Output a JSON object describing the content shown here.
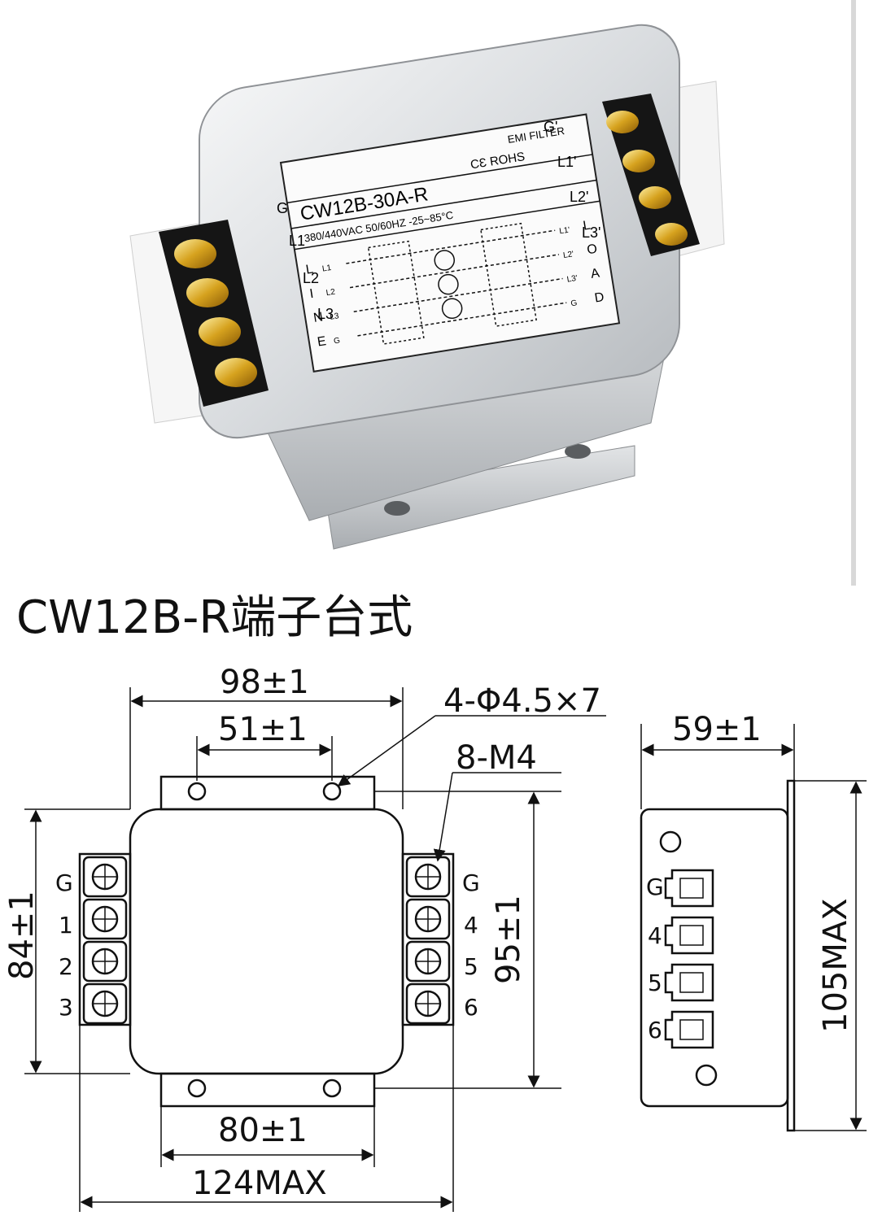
{
  "photo": {
    "label": {
      "header": "EMI FILTER",
      "model": "CW12B-30A-R",
      "marks": "CƐ ROHS",
      "rating": "380/440VAC 50/60HZ -25~85°C",
      "line_letters": [
        "L",
        "I",
        "N",
        "E"
      ],
      "load_letters": [
        "L",
        "O",
        "A",
        "D"
      ],
      "schematic_in": [
        "L1",
        "L2",
        "L3",
        "G"
      ],
      "schematic_out": [
        "L1'",
        "L2'",
        "L3'",
        "G"
      ]
    },
    "input_terminals": [
      "G",
      "L1",
      "L2",
      "L3"
    ],
    "output_terminals": [
      "G'",
      "L1'",
      "L2'",
      "L3'"
    ]
  },
  "drawing": {
    "title": "CW12B-R端子台式",
    "dims": {
      "width_98": "98±1",
      "width_51": "51±1",
      "holes": "4-Φ4.5×7",
      "screws": "8-M4",
      "height_84": "84±1",
      "height_95": "95±1",
      "width_80": "80±1",
      "width_124": "124MAX",
      "side_59": "59±1",
      "side_105": "105MAX"
    },
    "left_pins": [
      "G",
      "1",
      "2",
      "3"
    ],
    "right_pins": [
      "G",
      "4",
      "5",
      "6"
    ],
    "side_pins": [
      "G",
      "4",
      "5",
      "6"
    ]
  }
}
